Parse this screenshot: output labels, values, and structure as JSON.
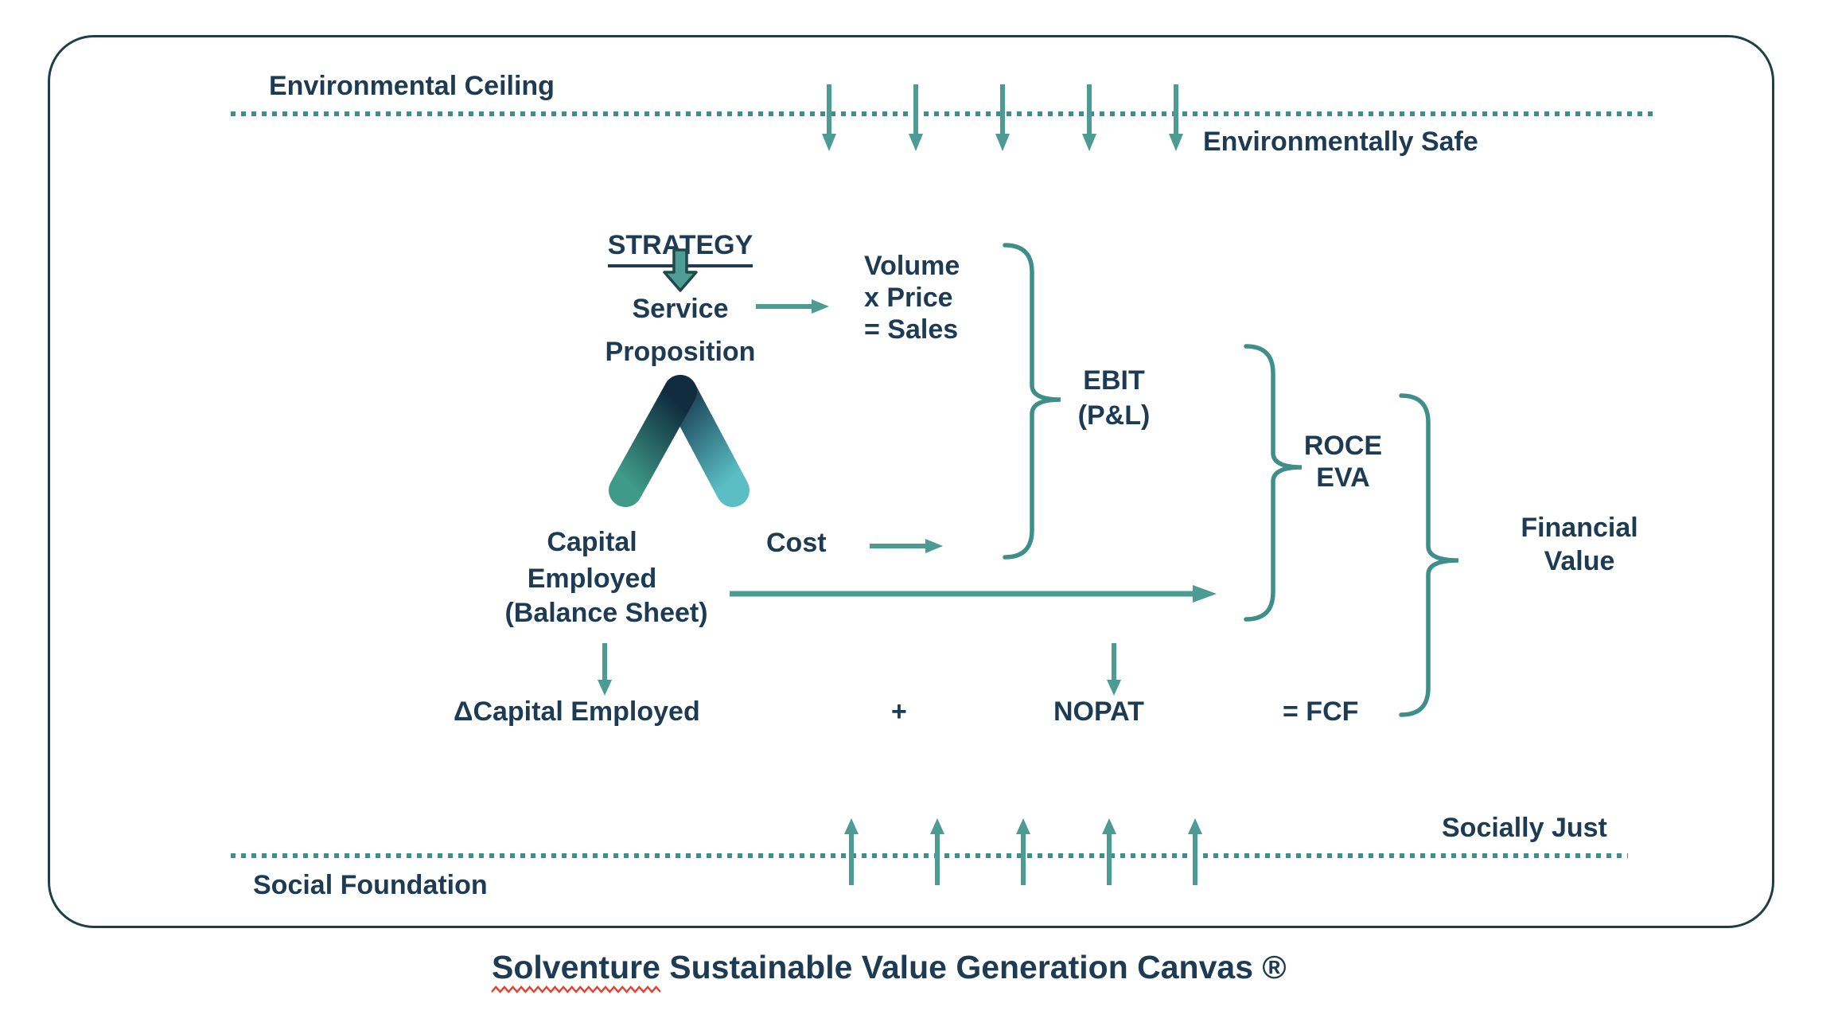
{
  "diagram": {
    "ceiling_label": "Environmental Ceiling",
    "safe_label": "Environmentally Safe",
    "strategy_label": "STRATEGY",
    "service_label": "Service",
    "proposition_label": "Proposition",
    "volume_price_sales": "Volume\nx Price\n= Sales",
    "capital_employed": "Capital\nEmployed",
    "balance_sheet_label": "(Balance Sheet)",
    "cost_label": "Cost",
    "ebit_label": "EBIT\n(P&L)",
    "roce_eva_label": "ROCE\nEVA",
    "financial_value_label": "Financial\nValue",
    "delta_capital_label": "ΔCapital Employed",
    "plus_label": "+",
    "nopat_label": "NOPAT",
    "fcf_label": "= FCF",
    "socially_just_label": "Socially Just",
    "social_foundation_label": "Social Foundation",
    "title_brand": "Solventure",
    "title_rest": " Sustainable Value Generation Canvas ®"
  },
  "colors": {
    "navy_text": "#1d3b53",
    "teal_arrow": "#4d9c94",
    "teal_brace": "#3e8f89",
    "frame_border": "#1f3f48",
    "squiggle_red": "#e8402e",
    "logo_dark_navy": "#102c3e",
    "logo_navy": "#1c4257",
    "logo_light_teal": "#5abec4",
    "logo_green": "#47a38f"
  },
  "icons": {
    "logo": "solventure-triangle-logo",
    "ceiling_arrows": "down-arrows",
    "foundation_arrows": "up-arrows"
  }
}
